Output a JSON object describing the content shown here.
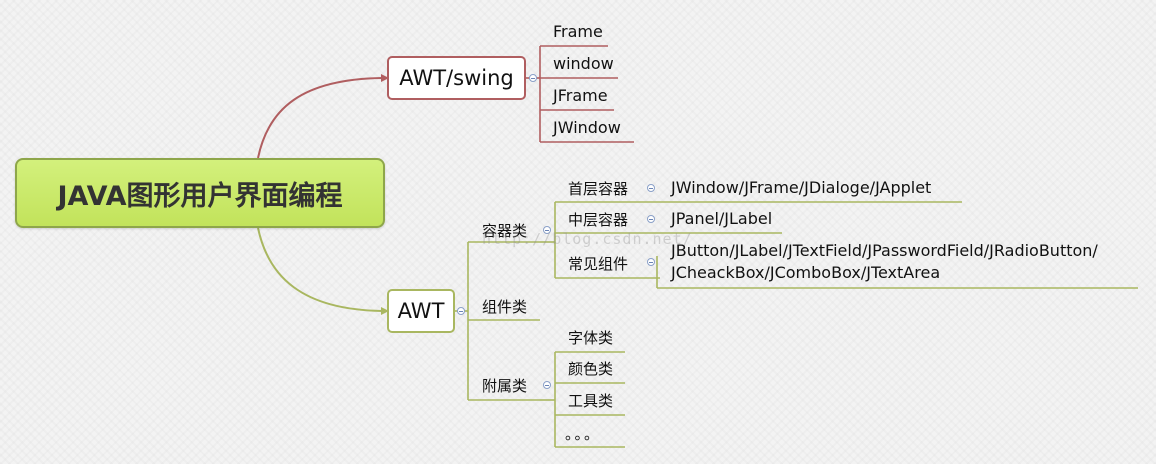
{
  "root": {
    "label": "JAVA图形用户界面编程"
  },
  "branches": {
    "swing": {
      "label": "AWT/swing",
      "children": [
        "Frame",
        "window",
        "JFrame",
        "JWindow"
      ],
      "color": "#b05e60"
    },
    "awt": {
      "label": "AWT",
      "color": "#a9b760",
      "container": {
        "label": "容器类",
        "children": [
          {
            "label": "首层容器",
            "detail": [
              "JWindow/JFrame/JDialoge/JApplet"
            ]
          },
          {
            "label": "中层容器",
            "detail": [
              "JPanel/JLabel"
            ]
          },
          {
            "label": "常见组件",
            "detail": [
              "JButton/JLabel/JTextField/JPasswordField/JRadioButton/",
              "JCheackBox/JComboBox/JTextArea"
            ]
          }
        ]
      },
      "component": {
        "label": "组件类"
      },
      "attached": {
        "label": "附属类",
        "children": [
          "字体类",
          "颜色类",
          "工具类",
          "。。。"
        ]
      }
    }
  },
  "watermark": "http://blog.csdn.net/"
}
